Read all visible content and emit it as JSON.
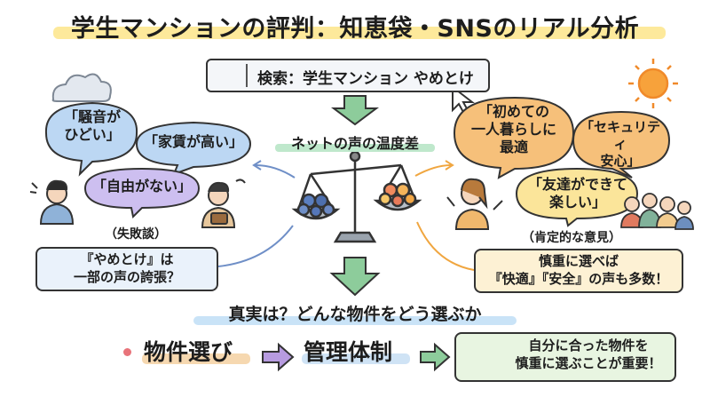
{
  "title": "学生マンションの評判：知恵袋・SNSのリアル分析",
  "search": {
    "text": "検索：学生マンション やめとけ"
  },
  "center_label": "ネットの声の温度差",
  "negative": {
    "bubbles": [
      "「騒音が\nひどい」",
      "「家賃が高い」",
      "「自由がない」"
    ],
    "label": "（失敗談）",
    "note": "『やめとけ』は\n一部の声の誇張？",
    "color": "#6f8fc7"
  },
  "positive": {
    "bubbles": [
      "「初めての\n一人暮らしに\n最適",
      "「セキュリティ\n安心」",
      "「友達ができて\n楽しい」"
    ],
    "label": "（肯定的な意見）",
    "note": "慎重に選べば\n『快適』『安全』の声も多数！",
    "color": "#f0a640"
  },
  "question": "真実は？どんな物件をどう選ぶか",
  "steps": [
    "物件選び",
    "管理体制"
  ],
  "result": "自分に合った物件を\n慎重に選ぶことが重要！",
  "colors": {
    "arrow_green": "#8dcc9b",
    "arrow_purple": "#b79be0",
    "bubble_blue": "#bcd7f3",
    "bubble_purple": "#cdbff0",
    "bubble_orange": "#f6c07a",
    "bubble_yellow": "#fbe59a"
  }
}
